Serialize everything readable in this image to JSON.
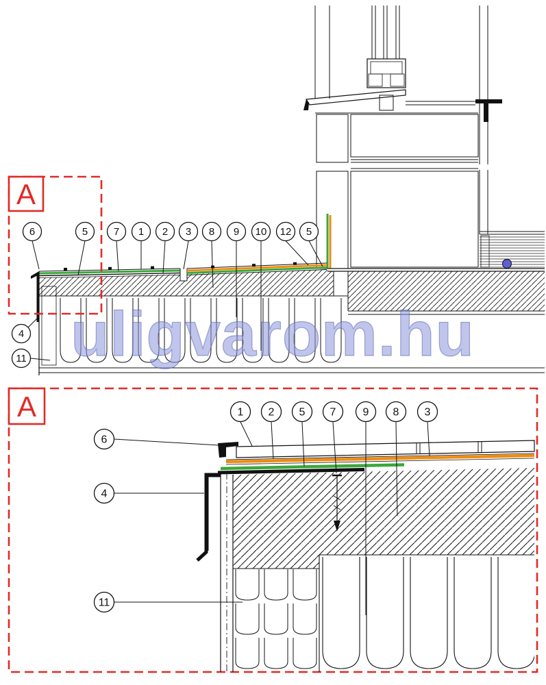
{
  "watermark": {
    "text": "uligvarom.hu"
  },
  "overview": {
    "detail_label": "A",
    "top_callouts": [
      "6",
      "5",
      "7",
      "1",
      "2",
      "3",
      "8",
      "9",
      "10",
      "12",
      "5"
    ],
    "side_callouts": [
      "4",
      "11"
    ]
  },
  "detail": {
    "detail_label": "A",
    "top_callouts": [
      "1",
      "2",
      "5",
      "7",
      "9",
      "8",
      "3"
    ],
    "side_callouts": [
      "6",
      "4",
      "11"
    ]
  },
  "colors": {
    "red": "#e12a26",
    "orange": "#f08c12",
    "green": "#3aa83b",
    "brick": "#eaa55e",
    "watermark": "#8d96da",
    "marker_blue": "#5d5fd3",
    "ink": "#111111",
    "background": "#ffffff"
  }
}
